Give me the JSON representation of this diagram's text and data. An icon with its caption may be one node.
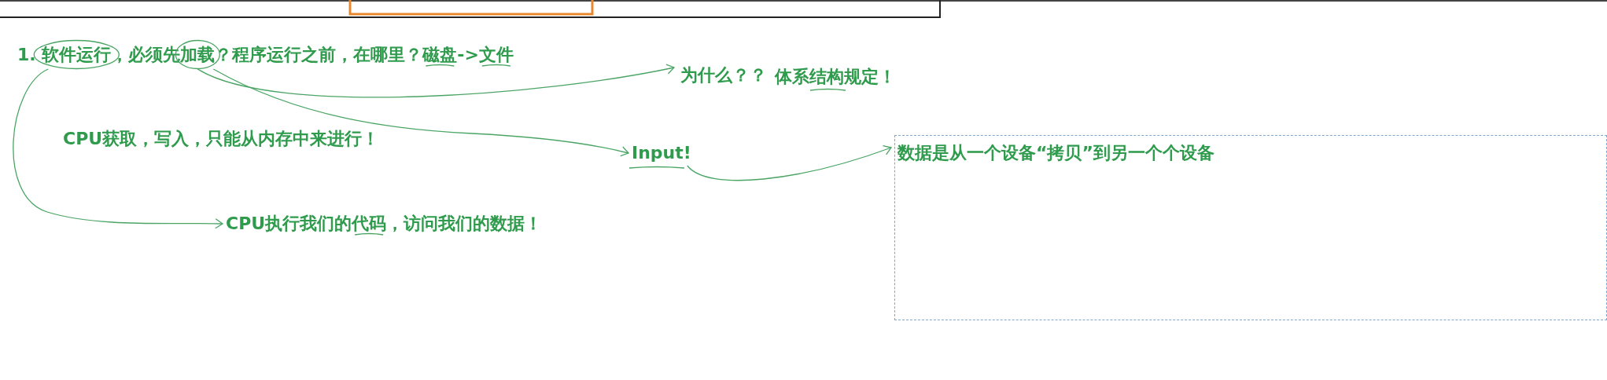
{
  "diagram": {
    "nodes": [
      {
        "text": [
          "1. 软件运行，必须先加载？程序运行之前，在哪里？磁盘->文件"
        ]
      },
      {
        "text": [
          "为什么？？"
        ]
      },
      {
        "text": [
          "Input!"
        ]
      },
      {
        "text": [
          "数据是从一个设备“拷贝”到另一个个设备"
        ]
      },
      {
        "text": [
          "CPU执行我们的代码，访问我们的数据！"
        ]
      }
    ],
    "edges": [
      {
        "from": 0,
        "to": 4,
        "arrow": "to"
      },
      {
        "from": 0,
        "to": 1,
        "arrow": "to"
      },
      {
        "from": 0,
        "to": 2,
        "arrow": "to"
      },
      {
        "from": 2,
        "to": 3,
        "arrow": "to"
      }
    ],
    "labels": [
      "体系结构规定！",
      "CPU获取，写入，只能从内存中来进行！"
    ]
  }
}
